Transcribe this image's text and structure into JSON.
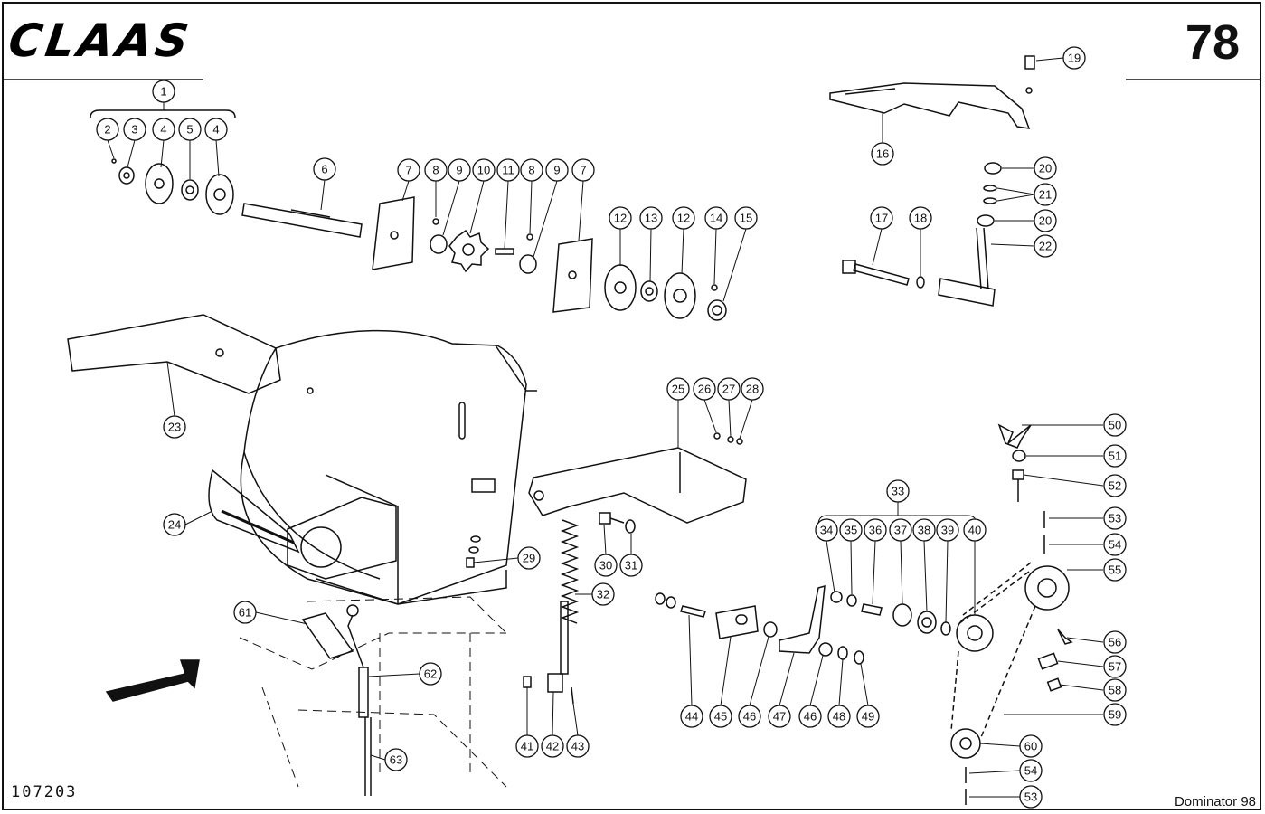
{
  "header": {
    "brand": "CLAAS",
    "page_number": "78"
  },
  "footer": {
    "drawing_number": "107203",
    "model": "Dominator 98"
  },
  "callouts": [
    "1",
    "2",
    "3",
    "4",
    "5",
    "4",
    "6",
    "7",
    "8",
    "9",
    "10",
    "11",
    "8",
    "9",
    "7",
    "12",
    "13",
    "12",
    "14",
    "15",
    "16",
    "17",
    "18",
    "19",
    "20",
    "21",
    "20",
    "22",
    "23",
    "24",
    "25",
    "26",
    "27",
    "28",
    "29",
    "30",
    "31",
    "32",
    "33",
    "34",
    "35",
    "36",
    "37",
    "38",
    "39",
    "40",
    "41",
    "42",
    "43",
    "44",
    "45",
    "46",
    "47",
    "46",
    "48",
    "49",
    "50",
    "51",
    "52",
    "53",
    "54",
    "55",
    "56",
    "57",
    "58",
    "59",
    "60",
    "54",
    "53",
    "61",
    "62",
    "63"
  ]
}
